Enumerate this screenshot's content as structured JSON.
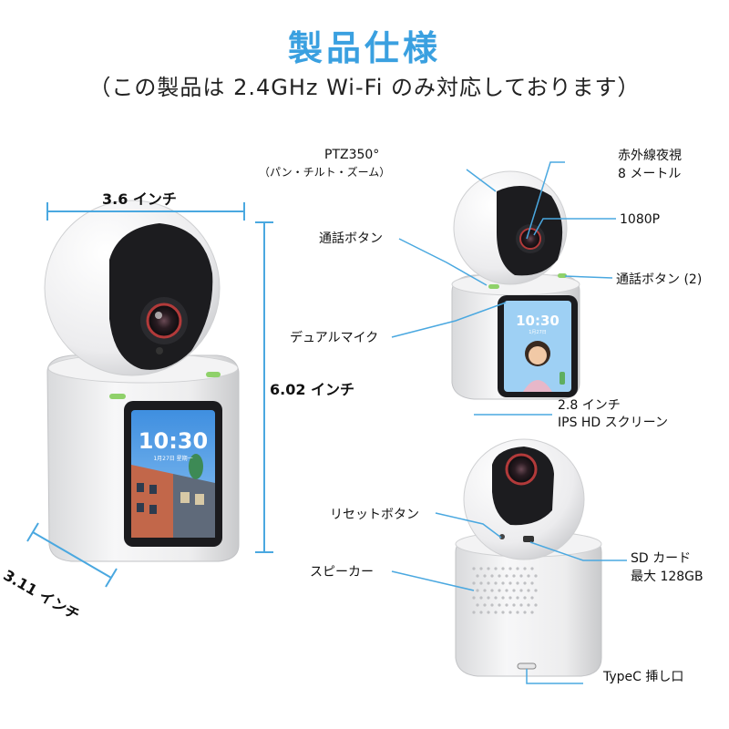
{
  "header": {
    "title": "製品仕様",
    "subtitle": "（この製品は 2.4GHz Wi-Fi のみ対応しております）"
  },
  "dimensions": {
    "width": "3.6 インチ",
    "height": "6.02 インチ",
    "depth": "3.11 インチ"
  },
  "front_screen": {
    "time": "10:30",
    "date": "1月27日 星期一"
  },
  "side_screen": {
    "time": "10:30",
    "date": "1月27日"
  },
  "callouts_top": {
    "ptz_line1": "PTZ350°",
    "ptz_line2": "（パン・チルト・ズーム）",
    "ir_line1": "赤外線夜視",
    "ir_line2": "8 メートル",
    "resolution": "1080P",
    "call_button": "通話ボタン",
    "call_button_2": "通話ボタン (2)",
    "dual_mic": "デュアルマイク",
    "screen_line1": "2.8 インチ",
    "screen_line2": "IPS HD スクリーン"
  },
  "callouts_bottom": {
    "reset": "リセットボタン",
    "speaker": "スピーカー",
    "sd_line1": "SD カード",
    "sd_line2": "最大 128GB",
    "typec": "TypeC  挿し口"
  },
  "colors": {
    "accent": "#3aa0e0",
    "leader": "#4aa8e0"
  }
}
